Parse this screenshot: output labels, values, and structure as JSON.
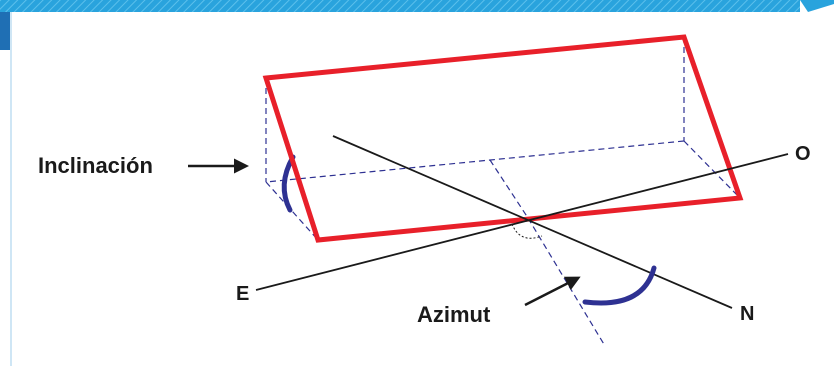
{
  "labels": {
    "inclination": "Inclinación",
    "azimuth": "Azimut",
    "east": "E",
    "west": "O",
    "north": "N"
  },
  "colors": {
    "plane": "#e8202a",
    "arc": "#2e3192",
    "header_band": "#29a3dd",
    "left_border": "#1f6fb4",
    "dashed": "#2e3192",
    "line": "#1a1a1a"
  }
}
